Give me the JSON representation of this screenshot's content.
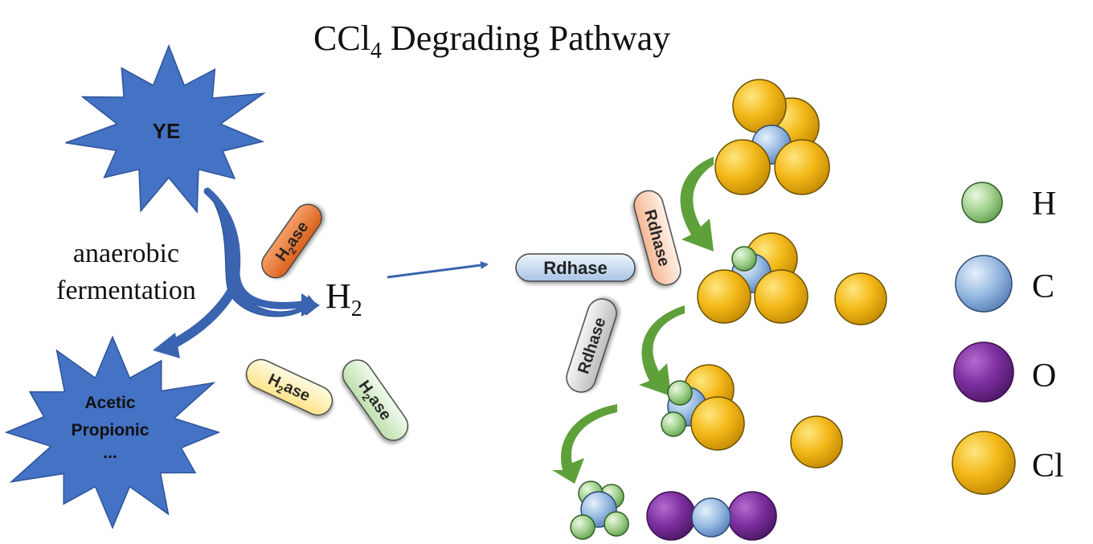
{
  "title": {
    "main": "CCl",
    "sub": "4",
    "rest": " Degrading Pathway"
  },
  "substrate": "YE",
  "process": {
    "line1": "anaerobic",
    "line2": "fermentation"
  },
  "products": {
    "line1": "Acetic",
    "line2": "Propionic",
    "line3": "..."
  },
  "hydrogen": {
    "main": "H",
    "sub": "2"
  },
  "enzymes": {
    "h2ase": {
      "pre": "H",
      "sub": "2",
      "post": "ase"
    },
    "rdhase": "Rdhase"
  },
  "legend": [
    {
      "label": "H",
      "color": "#9fd08f"
    },
    {
      "label": "C",
      "color": "#8fb3de"
    },
    {
      "label": "O",
      "color": "#7a2a9a"
    },
    {
      "label": "Cl",
      "color": "#f2b515"
    }
  ],
  "colors": {
    "star": "#4472c4",
    "flow_arrow": "#3a64b0",
    "curved_arrow": "#5ea03a",
    "pill_orange": "#e8752f",
    "pill_yellow": "#fff1b0",
    "pill_green": "#d4ebc9",
    "pill_blue": "#c5d8ef",
    "pill_peach": "#f9d3be",
    "pill_gray": "#d9d9d9"
  }
}
